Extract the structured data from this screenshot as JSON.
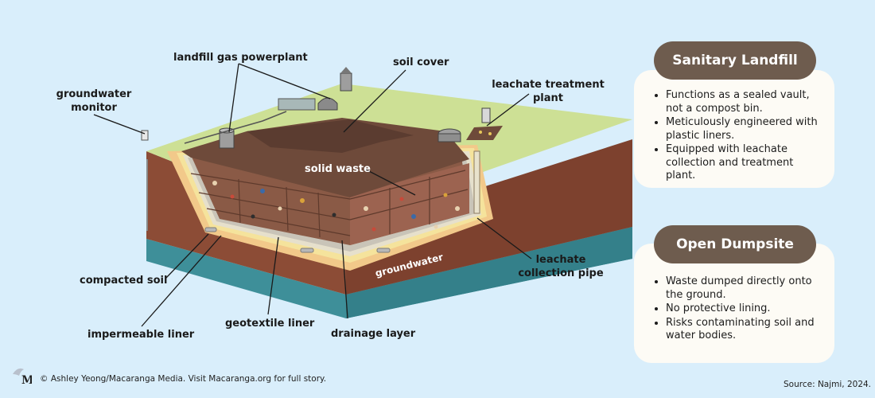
{
  "diagram": {
    "labels": {
      "gas_powerplant": "landfill gas powerplant",
      "soil_cover": "soil cover",
      "groundwater_monitor": [
        "groundwater",
        "monitor"
      ],
      "leachate_treatment": [
        "leachate treatment",
        "plant"
      ],
      "solid_waste": "solid waste",
      "compacted_soil": "compacted soil",
      "impermeable_liner": "impermeable liner",
      "geotextile_liner": "geotextile liner",
      "drainage_layer": "drainage layer",
      "leachate_pipe": [
        "leachate",
        "collection pipe"
      ],
      "groundwater": "groundwater"
    }
  },
  "panels": [
    {
      "title": "Sanitary Landfill",
      "bullets": [
        "Functions as a sealed vault, not a compost bin.",
        "Meticulously engineered with plastic liners.",
        "Equipped with leachate collection and treatment plant."
      ]
    },
    {
      "title": "Open Dumpsite",
      "bullets": [
        "Waste dumped directly onto the ground.",
        "No protective lining.",
        "Risks contaminating soil and water bodies."
      ]
    }
  ],
  "footer": {
    "logo_letter": "M",
    "credit": "© Ashley Yeong/Macaranga Media. Visit Macaranga.org for full story.",
    "source": "Source: Najmi, 2024."
  },
  "colors": {
    "background": "#d9eefb",
    "pill": "#6e5c4e",
    "card": "#fdfbf5",
    "grass": "#c9dd92",
    "soil": "#8a4a36",
    "waste_cover": "#6e4a3a",
    "groundwater": "#3e8f99",
    "liner_yellow": "#f5df8e"
  }
}
